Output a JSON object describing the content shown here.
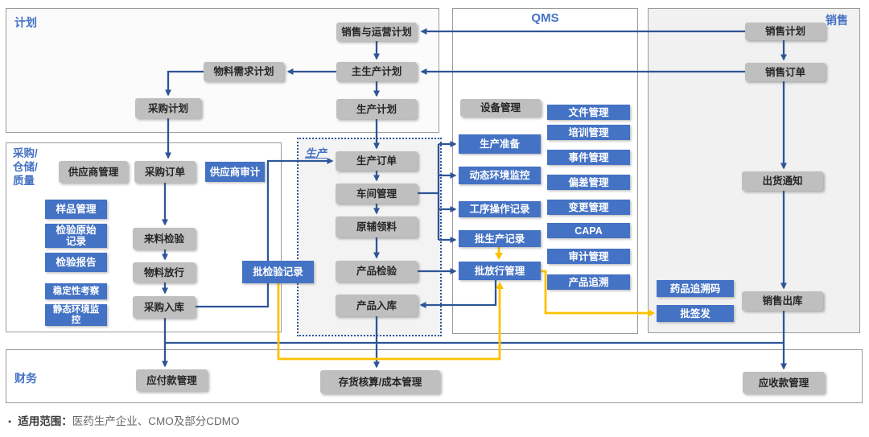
{
  "sections": {
    "plan": "计划",
    "qms": "QMS",
    "sales": "销售",
    "procurement": "采购/\n仓储/\n质量",
    "production": "生产",
    "finance": "财务"
  },
  "nodes": {
    "sales_ops_plan": "销售与运营计划",
    "mrp": "物料需求计划",
    "master_prod_plan": "主生产计划",
    "purchase_plan": "采购计划",
    "prod_plan": "生产计划",
    "sales_plan": "销售计划",
    "sales_order": "销售订单",
    "ship_notice": "出货通知",
    "sales_outbound": "销售出库",
    "drug_trace_code": "药品追溯码",
    "batch_issue": "批签发",
    "equipment_mgmt": "设备管理",
    "prod_prep": "生产准备",
    "dynamic_env_monitor": "动态环境监控",
    "process_op_record": "工序操作记录",
    "batch_prod_record": "批生产记录",
    "batch_release_mgmt": "批放行管理",
    "doc_mgmt": "文件管理",
    "training_mgmt": "培训管理",
    "event_mgmt": "事件管理",
    "deviation_mgmt": "偏差管理",
    "change_mgmt": "变更管理",
    "capa": "CAPA",
    "audit_mgmt": "审计管理",
    "product_trace": "产品追溯",
    "supplier_mgmt": "供应商管理",
    "purchase_order": "采购订单",
    "supplier_audit": "供应商审计",
    "sample_mgmt": "样品管理",
    "insp_orig_record": "检验原始\n记录",
    "insp_report": "检验报告",
    "stability_study": "稳定性考察",
    "static_env_monitor": "静态环境监\n控",
    "incoming_insp": "来料检验",
    "material_release": "物料放行",
    "purchase_inbound": "采购入库",
    "batch_insp_record": "批检验记录",
    "prod_order": "生产订单",
    "workshop_mgmt": "车间管理",
    "raw_material_pick": "原辅领料",
    "product_insp": "产品检验",
    "product_inbound": "产品入库",
    "ap_mgmt": "应付款管理",
    "inventory_cost_mgmt": "存货核算/成本管理",
    "ar_mgmt": "应收款管理"
  },
  "footnote": {
    "bullet": "•",
    "label": "适用范围",
    "colon": "：",
    "text": "医药生产企业、CMO及部分CDMO"
  },
  "colors": {
    "blue_box": "#4472C4",
    "gray_box": "#BFBFBF",
    "arrow_blue": "#2E5597",
    "arrow_yellow": "#FFC000",
    "label_blue": "#4472C4",
    "container_border": "#9a9a9a"
  }
}
